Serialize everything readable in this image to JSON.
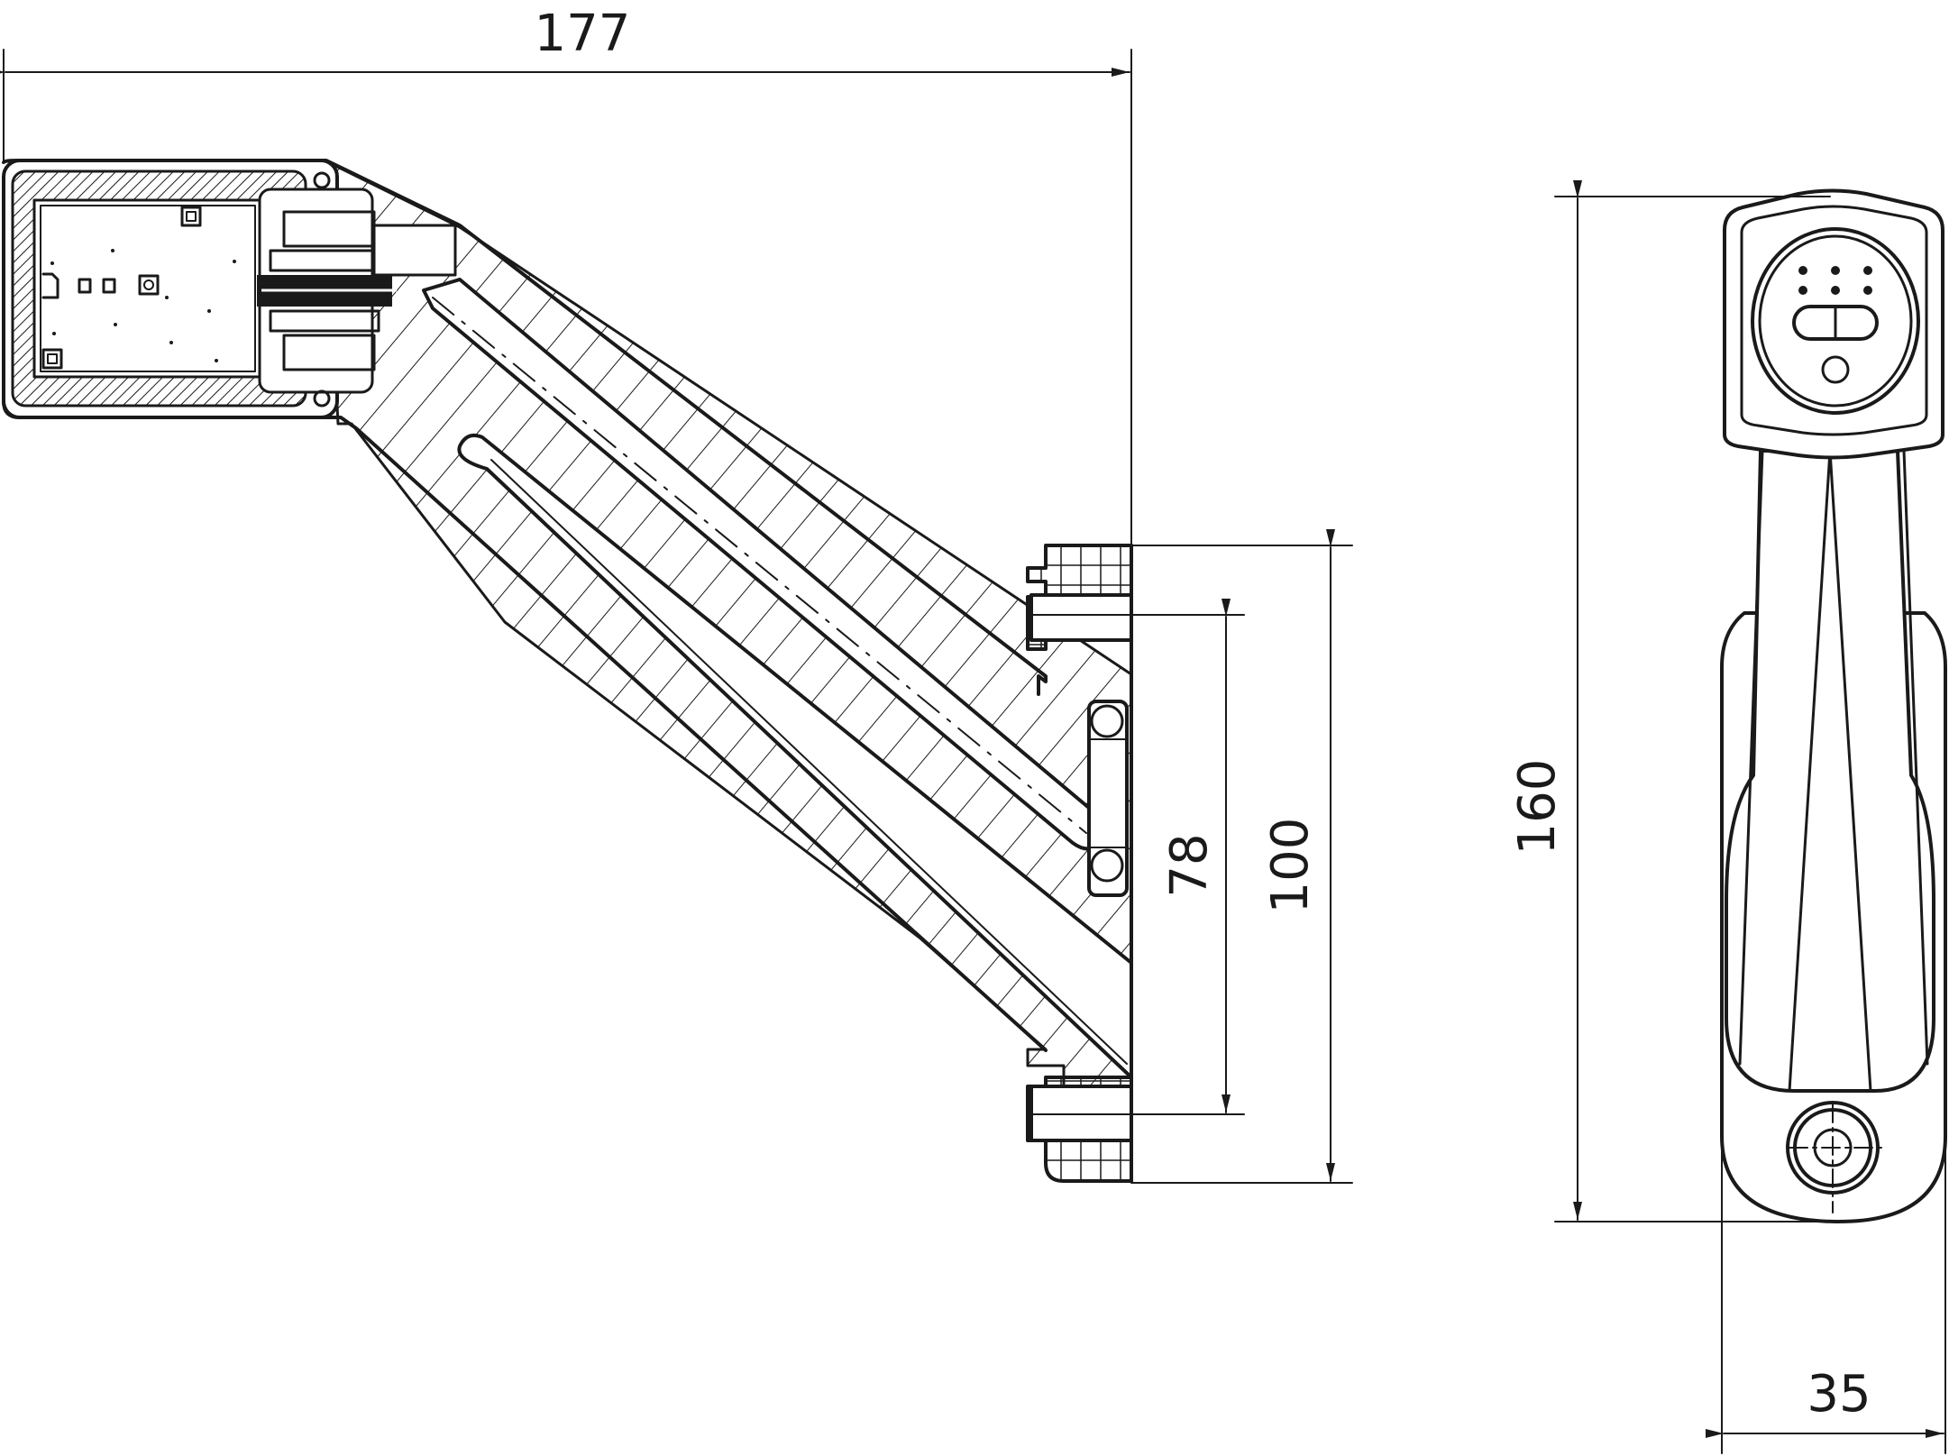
{
  "dimensions": {
    "overall_length": "177",
    "mount_hole_spacing": "78",
    "base_height": "100",
    "front_height": "160",
    "front_width": "35"
  }
}
